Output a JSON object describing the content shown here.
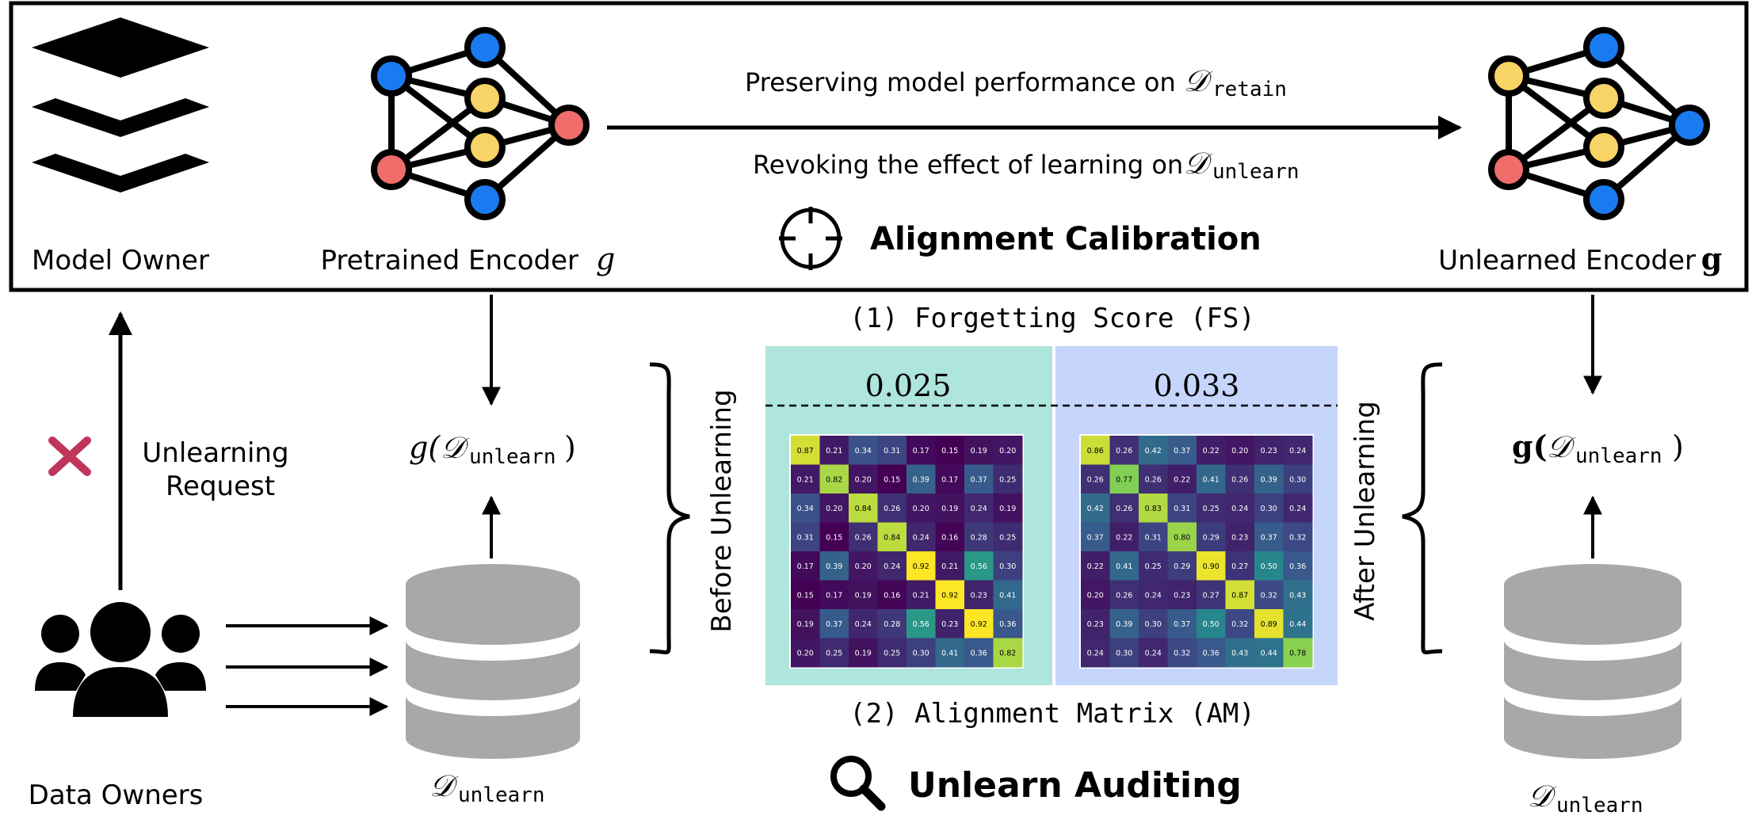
{
  "top_panel": {
    "model_owner_label": "Model Owner",
    "pretrained_label": "Pretrained Encoder",
    "pretrained_symbol": "g",
    "preserve_text": "Preserving model performance on",
    "retain_set": "𝒟",
    "retain_sub": "retain",
    "revoke_text": "Revoking the effect of learning on",
    "unlearn_set": "𝒟",
    "unlearn_sub": "unlearn",
    "calibration_title": "Alignment Calibration",
    "unlearned_label": "Unlearned Encoder",
    "unlearned_symbol": "g"
  },
  "left_flow": {
    "request_line1": "Unlearning",
    "request_line2": "Request",
    "data_owners_label": "Data Owners",
    "embedding_left": "g(",
    "embedding_set": "𝒟",
    "embedding_sub": "unlearn",
    "embedding_close": ")",
    "dataset_label": "𝒟",
    "dataset_sub": "unlearn"
  },
  "right_flow": {
    "embedding_left": "g(",
    "embedding_set": "𝒟",
    "embedding_sub": "unlearn",
    "embedding_close": ")",
    "dataset_label": "𝒟",
    "dataset_sub": "unlearn"
  },
  "audit": {
    "fs_title": "(1) Forgetting Score (FS)",
    "am_title": "(2) Alignment Matrix (AM)",
    "before_label": "Before Unlearning",
    "after_label": "After Unlearning",
    "before_score": "0.025",
    "after_score": "0.033",
    "auditing_title": "Unlearn Auditing",
    "before_bg": "#aee5dc",
    "after_bg": "#c6d5fb"
  },
  "chart_data": [
    {
      "type": "heatmap",
      "title": "Before Unlearning",
      "values": [
        [
          0.87,
          0.21,
          0.34,
          0.31,
          0.17,
          0.15,
          0.19,
          0.2
        ],
        [
          0.21,
          0.82,
          0.2,
          0.15,
          0.39,
          0.17,
          0.37,
          0.25
        ],
        [
          0.34,
          0.2,
          0.84,
          0.26,
          0.2,
          0.19,
          0.24,
          0.19
        ],
        [
          0.31,
          0.15,
          0.26,
          0.84,
          0.24,
          0.16,
          0.28,
          0.25
        ],
        [
          0.17,
          0.39,
          0.2,
          0.24,
          0.92,
          0.21,
          0.56,
          0.3
        ],
        [
          0.15,
          0.17,
          0.19,
          0.16,
          0.21,
          0.92,
          0.23,
          0.41
        ],
        [
          0.19,
          0.37,
          0.24,
          0.28,
          0.56,
          0.23,
          0.92,
          0.36
        ],
        [
          0.2,
          0.25,
          0.19,
          0.25,
          0.3,
          0.41,
          0.36,
          0.82
        ]
      ]
    },
    {
      "type": "heatmap",
      "title": "After Unlearning",
      "values": [
        [
          0.86,
          0.26,
          0.42,
          0.37,
          0.22,
          0.2,
          0.23,
          0.24
        ],
        [
          0.26,
          0.77,
          0.26,
          0.22,
          0.41,
          0.26,
          0.39,
          0.3
        ],
        [
          0.42,
          0.26,
          0.83,
          0.31,
          0.25,
          0.24,
          0.3,
          0.24
        ],
        [
          0.37,
          0.22,
          0.31,
          0.8,
          0.29,
          0.23,
          0.37,
          0.32
        ],
        [
          0.22,
          0.41,
          0.25,
          0.29,
          0.9,
          0.27,
          0.5,
          0.36
        ],
        [
          0.2,
          0.26,
          0.24,
          0.23,
          0.27,
          0.87,
          0.32,
          0.43
        ],
        [
          0.23,
          0.39,
          0.3,
          0.37,
          0.5,
          0.32,
          0.89,
          0.44
        ],
        [
          0.24,
          0.3,
          0.24,
          0.32,
          0.36,
          0.43,
          0.44,
          0.78
        ]
      ]
    }
  ],
  "colors": {
    "node_blue": "#1a7bf0",
    "node_yellow": "#f8d466",
    "node_red": "#f06d6b",
    "db_gray": "#a7a9a9",
    "cross": "#c0365a"
  },
  "icons": [
    "stack-layers-icon",
    "crosshair-icon",
    "search-icon",
    "cross-icon",
    "users-icon",
    "database-icon"
  ]
}
